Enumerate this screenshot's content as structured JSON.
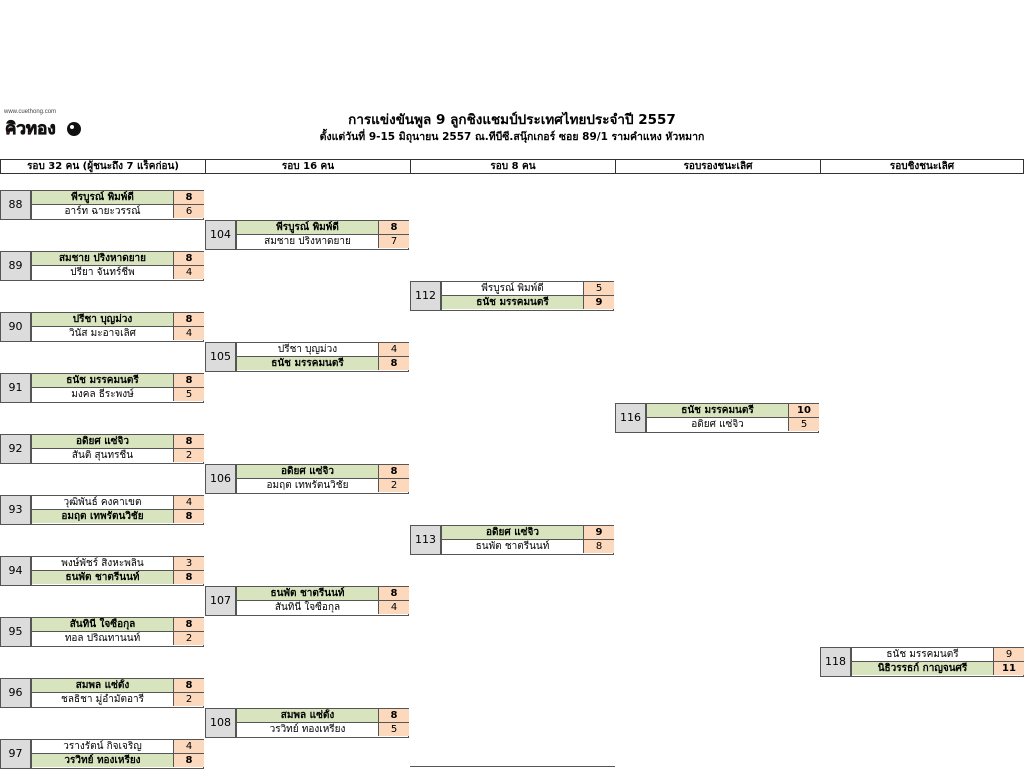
{
  "logo": {
    "url": "www.cuethong.com",
    "text": "คิวทอง"
  },
  "title": "การแข่งขันพูล 9 ลูกชิงแชมป์ประเทศไทยประจำปี 2557",
  "subtitle": "ตั้งแต่วันที่ 9-15 มิถุนายน 2557 ณ.ทีบีซี.สนุ๊กเกอร์ ซอย 89/1 รามคำแหง หัวหมาก",
  "headers": [
    "รอบ 32 คน (ผู้ชนะถึง 7 แร็คก่อน)",
    "รอบ 16 คน",
    "รอบ 8 คน",
    "รอบรองชนะเลิศ",
    "รอบชิงชนะเลิศ"
  ],
  "matches": [
    {
      "no": "88",
      "round": 0,
      "p1": "พีรบูรณ์ พิมพ์ดี",
      "s1": "8",
      "p2": "อาร์ท ฉายะวรรณ์",
      "s2": "6",
      "winner": 1
    },
    {
      "no": "89",
      "round": 0,
      "p1": "สมชาย ปริงหาดยาย",
      "s1": "8",
      "p2": "ปรียา จันทร์ชีพ",
      "s2": "4",
      "winner": 1
    },
    {
      "no": "90",
      "round": 0,
      "p1": "ปรีชา บุญม่วง",
      "s1": "8",
      "p2": "วินัส มะอาจเลิศ",
      "s2": "4",
      "winner": 1
    },
    {
      "no": "91",
      "round": 0,
      "p1": "ธนัช มรรคมนตรี",
      "s1": "8",
      "p2": "มงคล ธีระพงษ์",
      "s2": "5",
      "winner": 1
    },
    {
      "no": "92",
      "round": 0,
      "p1": "อดิยศ แซ่จิว",
      "s1": "8",
      "p2": "สันติ สุนทรชื่น",
      "s2": "2",
      "winner": 1
    },
    {
      "no": "93",
      "round": 0,
      "p1": "วุฒิพันธ์ คงคาเขต",
      "s1": "4",
      "p2": "อมฤต เทพรัตนวิชัย",
      "s2": "8",
      "winner": 2
    },
    {
      "no": "94",
      "round": 0,
      "p1": "พงษ์พัชร์ สิงหะพลิน",
      "s1": "3",
      "p2": "ธนพัต ชาตรีนนท์",
      "s2": "8",
      "winner": 2
    },
    {
      "no": "95",
      "round": 0,
      "p1": "สันทินี ใจซื่อกุล",
      "s1": "8",
      "p2": "ทอล ปริณทานนท์",
      "s2": "2",
      "winner": 1
    },
    {
      "no": "96",
      "round": 0,
      "p1": "สมพล แซ่ตั้ง",
      "s1": "8",
      "p2": "ชลธิชา มู่อำมัตอารี",
      "s2": "2",
      "winner": 1
    },
    {
      "no": "97",
      "round": 0,
      "p1": "วรางรัตน์ กิจเจริญ",
      "s1": "4",
      "p2": "วรวิทย์ ทองเหรียง",
      "s2": "8",
      "winner": 2
    },
    {
      "no": "104",
      "round": 1,
      "p1": "พีรบูรณ์ พิมพ์ดี",
      "s1": "8",
      "p2": "สมชาย ปริงหาดยาย",
      "s2": "7",
      "winner": 1
    },
    {
      "no": "105",
      "round": 1,
      "p1": "ปรีชา บุญม่วง",
      "s1": "4",
      "p2": "ธนัช มรรคมนตรี",
      "s2": "8",
      "winner": 2
    },
    {
      "no": "106",
      "round": 1,
      "p1": "อดิยศ แซ่จิว",
      "s1": "8",
      "p2": "อมฤต เทพรัตนวิชัย",
      "s2": "2",
      "winner": 1
    },
    {
      "no": "107",
      "round": 1,
      "p1": "ธนพัต ชาตรีนนท์",
      "s1": "8",
      "p2": "สันทินี ใจซื่อกุล",
      "s2": "4",
      "winner": 1
    },
    {
      "no": "108",
      "round": 1,
      "p1": "สมพล แซ่ตั้ง",
      "s1": "8",
      "p2": "วรวิทย์ ทองเหรียง",
      "s2": "5",
      "winner": 1
    },
    {
      "no": "112",
      "round": 2,
      "p1": "พีรบูรณ์ พิมพ์ดี",
      "s1": "5",
      "p2": "ธนัช มรรคมนตรี",
      "s2": "9",
      "winner": 2
    },
    {
      "no": "113",
      "round": 2,
      "p1": "อดิยศ แซ่จิว",
      "s1": "9",
      "p2": "ธนพัต ชาตรีนนท์",
      "s2": "8",
      "winner": 1
    },
    {
      "no": "116",
      "round": 3,
      "p1": "ธนัช มรรคมนตรี",
      "s1": "10",
      "p2": "อดิยศ แซ่จิว",
      "s2": "5",
      "winner": 1
    },
    {
      "no": "118",
      "round": 4,
      "p1": "ธนัช มรรคมนตรี",
      "s1": "9",
      "p2": "นิธิวรรธก์ กาญจนศรี",
      "s2": "11",
      "winner": 2
    }
  ]
}
